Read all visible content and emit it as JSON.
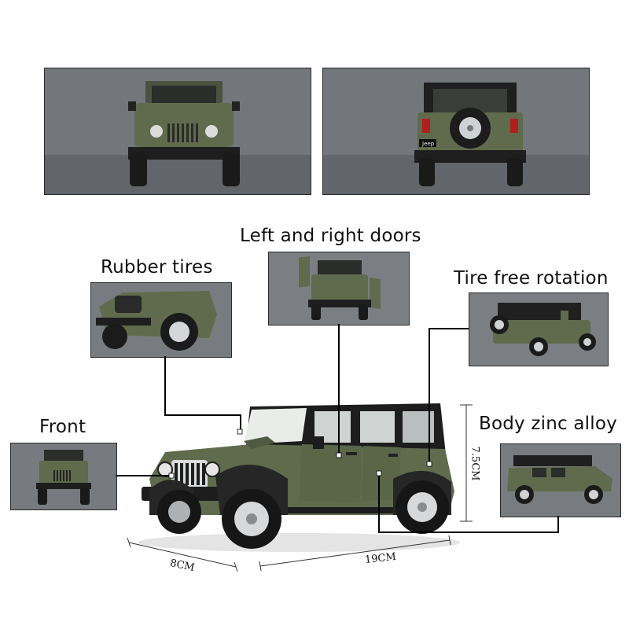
{
  "callouts": {
    "doors": "Left and right doors",
    "rubber_tires": "Rubber tires",
    "tire_rotation": "Tire free rotation",
    "front": "Front",
    "body_material": "Body zinc alloy"
  },
  "dimensions": {
    "width": "8CM",
    "length": "19CM",
    "height": "7.5CM"
  },
  "spare_tire_badge": "Jeep",
  "colors": {
    "body_green": "#5f6b4c",
    "photo_background": "#72767b",
    "leader_line": "#000000"
  }
}
